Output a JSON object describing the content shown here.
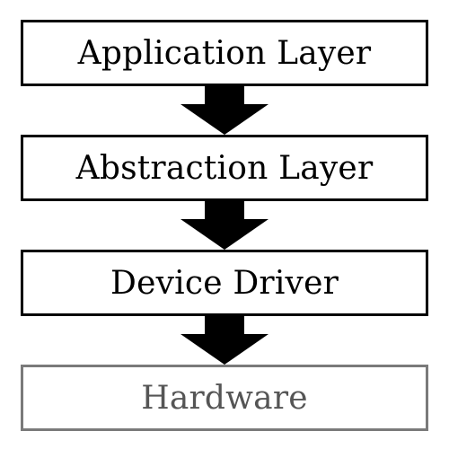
{
  "diagram": {
    "layers": [
      {
        "label": "Application Layer",
        "style": "solid",
        "color": "#000000"
      },
      {
        "label": "Abstraction Layer",
        "style": "solid",
        "color": "#000000"
      },
      {
        "label": "Device Driver",
        "style": "solid",
        "color": "#000000"
      },
      {
        "label": "Hardware",
        "style": "muted",
        "color": "#555555"
      }
    ],
    "connectors": [
      {
        "from": "Application Layer",
        "to": "Abstraction Layer",
        "icon": "down-arrow-icon"
      },
      {
        "from": "Abstraction Layer",
        "to": "Device Driver",
        "icon": "down-arrow-icon"
      },
      {
        "from": "Device Driver",
        "to": "Hardware",
        "icon": "down-arrow-icon"
      }
    ]
  }
}
